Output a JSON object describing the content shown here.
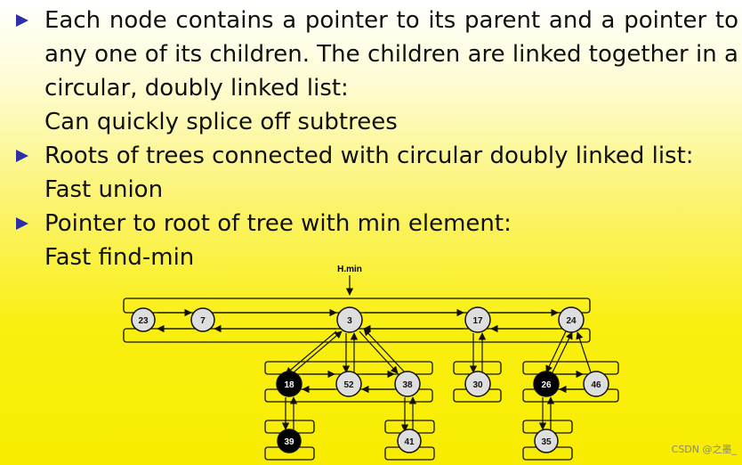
{
  "bullets": [
    {
      "lines": [
        "Each node contains a pointer to its parent and a pointer to",
        "any one of its children.  The children are linked together in a",
        "circular, doubly linked list:",
        "Can quickly splice off subtrees"
      ]
    },
    {
      "lines": [
        "Roots of trees connected with circular doubly linked list:",
        "Fast union"
      ]
    },
    {
      "lines": [
        "Pointer to root of tree with min element:",
        "Fast find-min"
      ]
    }
  ],
  "diagram": {
    "pointer_label": "H.min",
    "nodes": {
      "n23": {
        "key": "23",
        "marked": false
      },
      "n7": {
        "key": "7",
        "marked": false
      },
      "n3": {
        "key": "3",
        "marked": false
      },
      "n17": {
        "key": "17",
        "marked": false
      },
      "n24": {
        "key": "24",
        "marked": false
      },
      "n18": {
        "key": "18",
        "marked": true
      },
      "n52": {
        "key": "52",
        "marked": false
      },
      "n38": {
        "key": "38",
        "marked": false
      },
      "n30": {
        "key": "30",
        "marked": false
      },
      "n26": {
        "key": "26",
        "marked": true
      },
      "n46": {
        "key": "46",
        "marked": false
      },
      "n39": {
        "key": "39",
        "marked": true
      },
      "n41": {
        "key": "41",
        "marked": false
      },
      "n35": {
        "key": "35",
        "marked": false
      }
    }
  },
  "watermark": "CSDN @之墨_"
}
